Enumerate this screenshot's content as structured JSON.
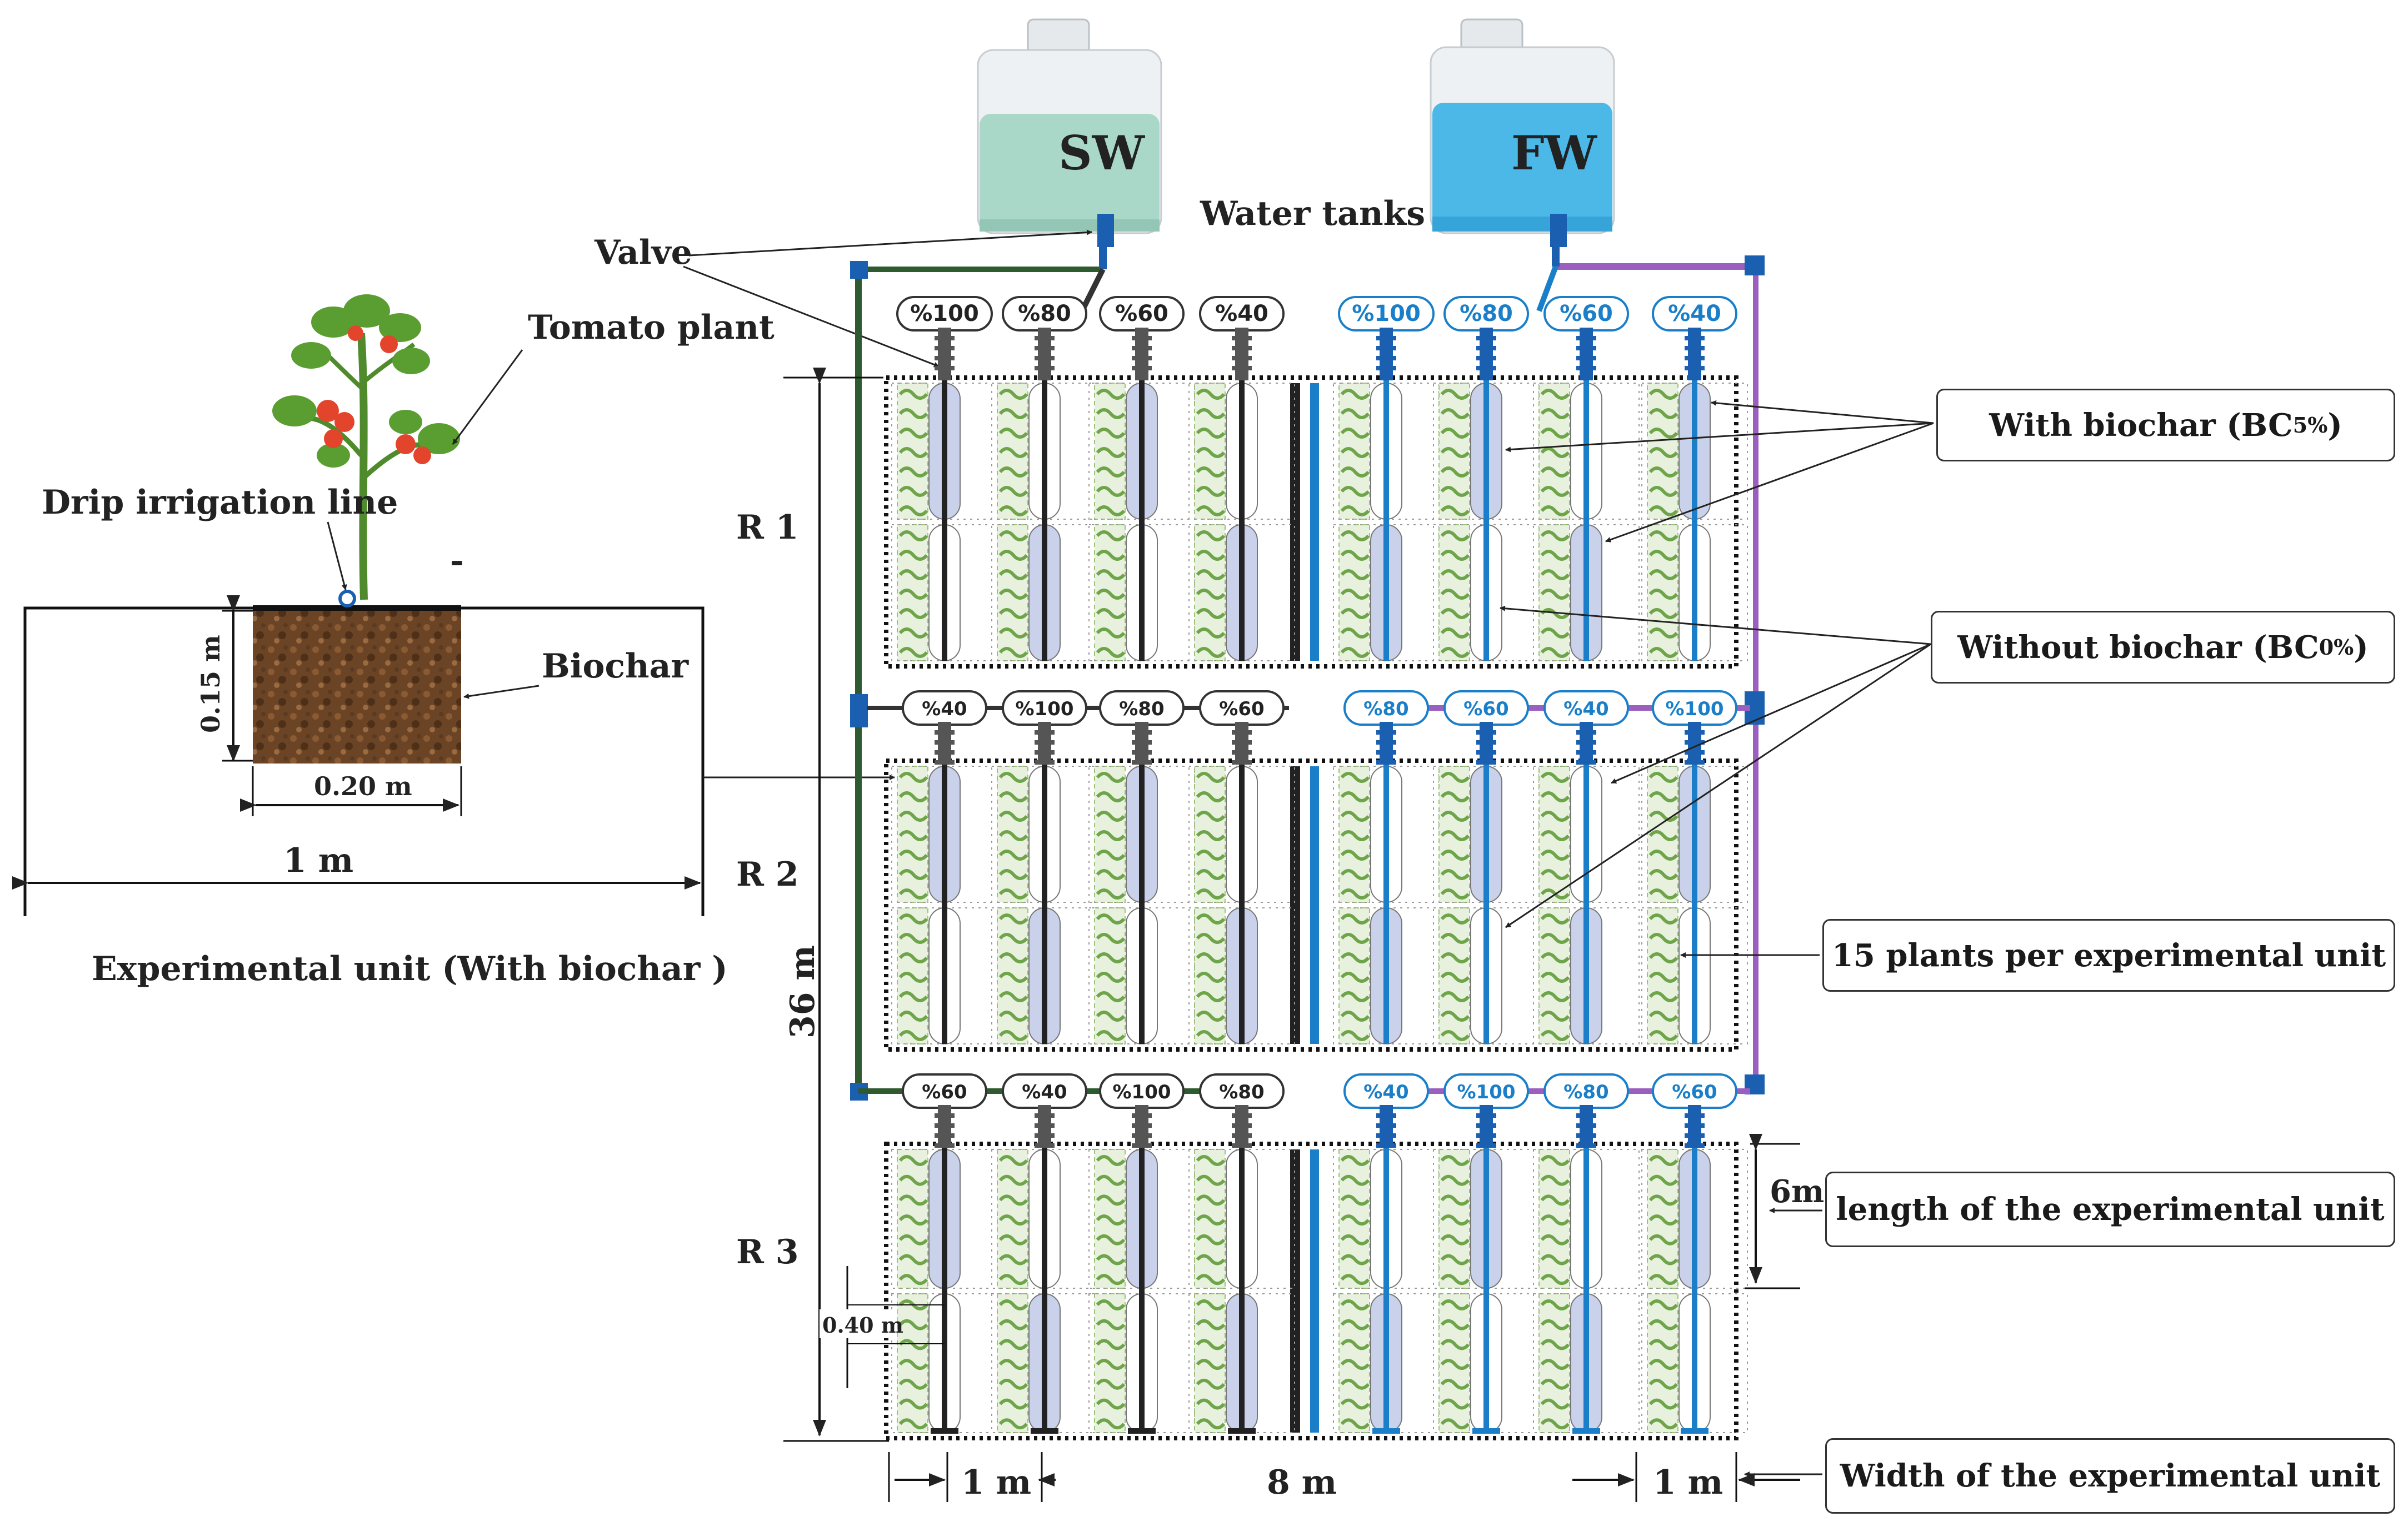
{
  "tanks": [
    {
      "label": "SW",
      "color": "#a9d8c8"
    },
    {
      "label": "FW",
      "color": "#4bb8e8"
    }
  ],
  "labels": {
    "water_tanks": "Water tanks",
    "valve": "Valve",
    "tomato_plant": "Tomato plant",
    "drip_line": "Drip irrigation line",
    "biochar": "Biochar",
    "depth": "0.15 m",
    "bed_width": "0.20 m",
    "unit_width": "1 m",
    "unit_caption": "Experimental unit (With biochar )",
    "dash": "-",
    "rep1": "R 1",
    "rep2": "R 2",
    "rep3": "R 3",
    "total_length": "36 m",
    "unit_length": "6m",
    "plant_spacing": "0.40 m",
    "width_left": "1 m",
    "width_mid": "8 m",
    "width_right": "1 m"
  },
  "callouts": {
    "with_biochar_prefix": "With biochar (BC",
    "with_biochar_sub": "5%",
    "without_biochar_prefix": "Without biochar (BC",
    "without_biochar_sub": "0%",
    "plants_per_unit": "15 plants per experimental unit",
    "length_unit": "length of the experimental unit",
    "width_unit": "Width of the experimental unit"
  },
  "treatments": {
    "r1_sw": [
      "%100",
      "%80",
      "%60",
      "%40"
    ],
    "r1_fw": [
      "%100",
      "%80",
      "%60",
      "%40"
    ],
    "r2_sw": [
      "%40",
      "%100",
      "%80",
      "%60"
    ],
    "r2_fw": [
      "%80",
      "%60",
      "%40",
      "%100"
    ],
    "r3_sw": [
      "%60",
      "%40",
      "%100",
      "%80"
    ],
    "r3_fw": [
      "%40",
      "%100",
      "%80",
      "%60"
    ]
  },
  "colors": {
    "sw_line": "#222222",
    "fw_line": "#1a7fc8",
    "biochar_fill": "#c9d2ea",
    "purple_pipe": "#9b5fc0",
    "green_pipe": "#2f5a2f"
  }
}
